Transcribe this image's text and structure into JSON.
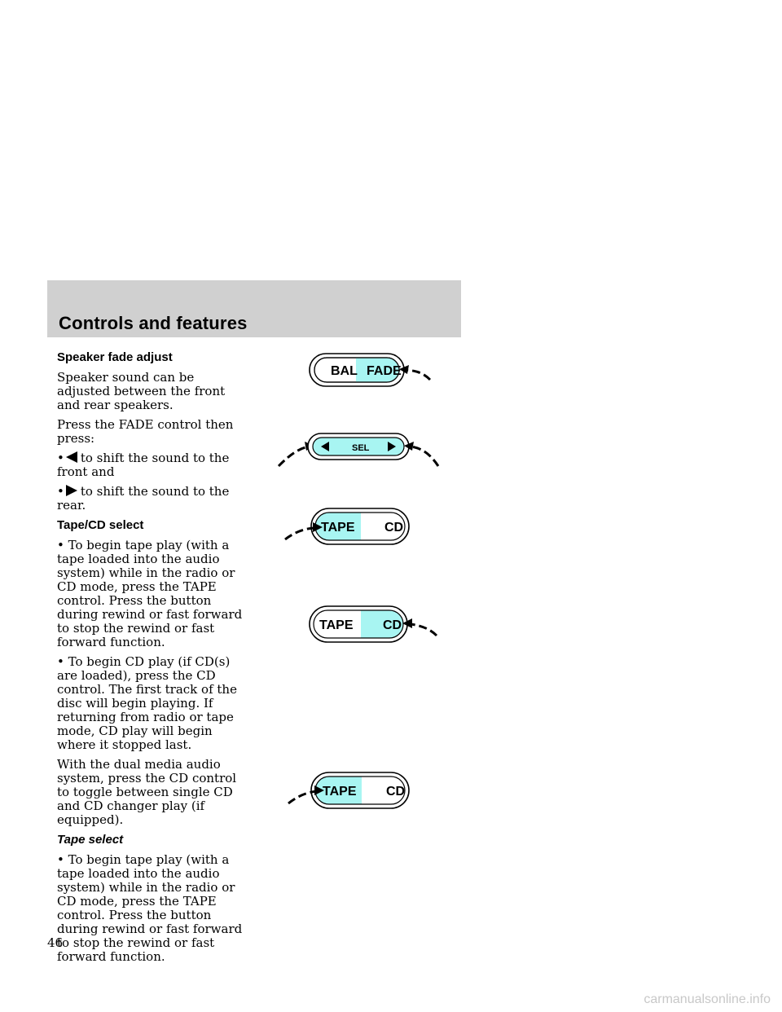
{
  "header": {
    "title": "Controls and features"
  },
  "sections": {
    "fade": {
      "heading": "Speaker fade adjust",
      "p1": "Speaker sound can be adjusted between the front and rear speakers.",
      "p2": "Press the FADE control then press:",
      "b1_text": "to shift the sound to the front and",
      "b2_text": "to shift the sound to the rear."
    },
    "tape_cd": {
      "heading": "Tape/CD select",
      "b1": "To begin tape play (with a tape loaded into the audio system) while in the radio or CD mode, press the TAPE control. Press the button during rewind or fast forward to stop the rewind or fast forward function.",
      "b2": "To begin CD play (if CD(s) are loaded), press the CD control. The first track of the disc will begin playing. If returning from radio or tape mode, CD play will begin where it stopped last.",
      "p": "With the dual media audio system, press the CD control to toggle between single CD and CD changer play (if equipped)."
    },
    "tape": {
      "heading": "Tape select",
      "b1": "To begin tape play (with a tape loaded into the audio system) while in the radio or CD mode, press the TAPE control. Press the button during rewind or fast forward to stop the rewind or fast forward function."
    }
  },
  "figures": {
    "bal_fade": {
      "left": "BAL",
      "right": "FADE",
      "highlighted": "FADE"
    },
    "sel": {
      "center": "SEL"
    },
    "tape_cd_1": {
      "left": "TAPE",
      "right": "CD",
      "highlighted": "TAPE"
    },
    "tape_cd_2": {
      "left": "TAPE",
      "right": "CD",
      "highlighted": "CD"
    },
    "tape_cd_3": {
      "left": "TAPE",
      "right": "CD",
      "highlighted": "TAPE"
    }
  },
  "colors": {
    "highlight": "#a8f5f2",
    "header_band": "#d0d0d0"
  },
  "page_number": "46",
  "watermark": "carmanualsonline.info"
}
